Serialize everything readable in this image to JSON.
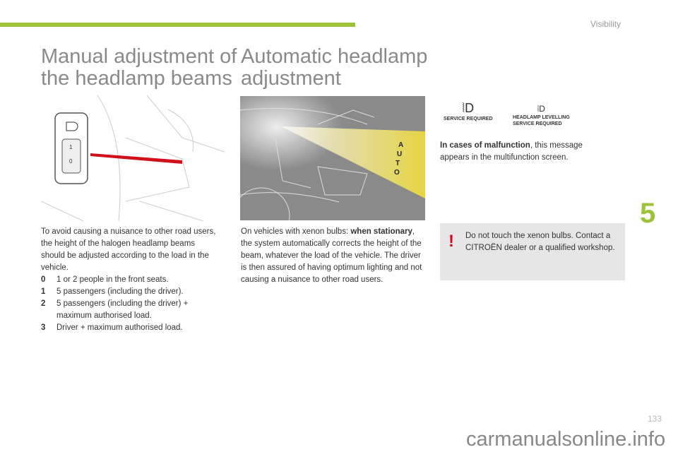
{
  "header": {
    "section": "Visibility",
    "chapter": "5"
  },
  "left": {
    "title_line1": "Manual adjustment of",
    "title_line2": "the headlamp beams",
    "intro": "To avoid causing a nuisance to other road users, the height of the halogen headlamp beams should be adjusted according to the load in the vehicle.",
    "items": [
      {
        "key": "0",
        "text": "1 or 2 people in the front seats."
      },
      {
        "key": "1",
        "text": "5 passengers (including the driver)."
      },
      {
        "key": "2",
        "text": "5 passengers (including the driver) + maximum authorised load."
      },
      {
        "key": "3",
        "text": "Driver + maximum authorised load."
      }
    ],
    "switch_labels": [
      "1",
      "0"
    ]
  },
  "middle": {
    "title_line1": "Automatic headlamp",
    "title_line2": "adjustment",
    "auto_label": "AUTO",
    "body_prefix": "On vehicles with xenon bulbs: ",
    "body_bold": "when stationary",
    "body_rest": ", the system automatically corrects the height of the beam, whatever the load of the vehicle. The driver is then assured of having optimum lighting and not causing a nuisance to other road users."
  },
  "right": {
    "msg1": "SERVICE REQUIRED",
    "msg2_line1": "HEADLAMP LEVELLING",
    "msg2_line2": "SERVICE REQUIRED",
    "malf_bold": "In cases of malfunction",
    "malf_rest": ", this message appears in the multifunction screen.",
    "warning": "Do not touch the xenon bulbs. Contact a CITROËN dealer or a qualified workshop.",
    "warning_icon": "!"
  },
  "footer": {
    "watermark": "carmanualsonline.info",
    "page": "133"
  },
  "colors": {
    "accent": "#9dc33b",
    "warning": "#e2001a",
    "beam": "#f0dc3a"
  }
}
